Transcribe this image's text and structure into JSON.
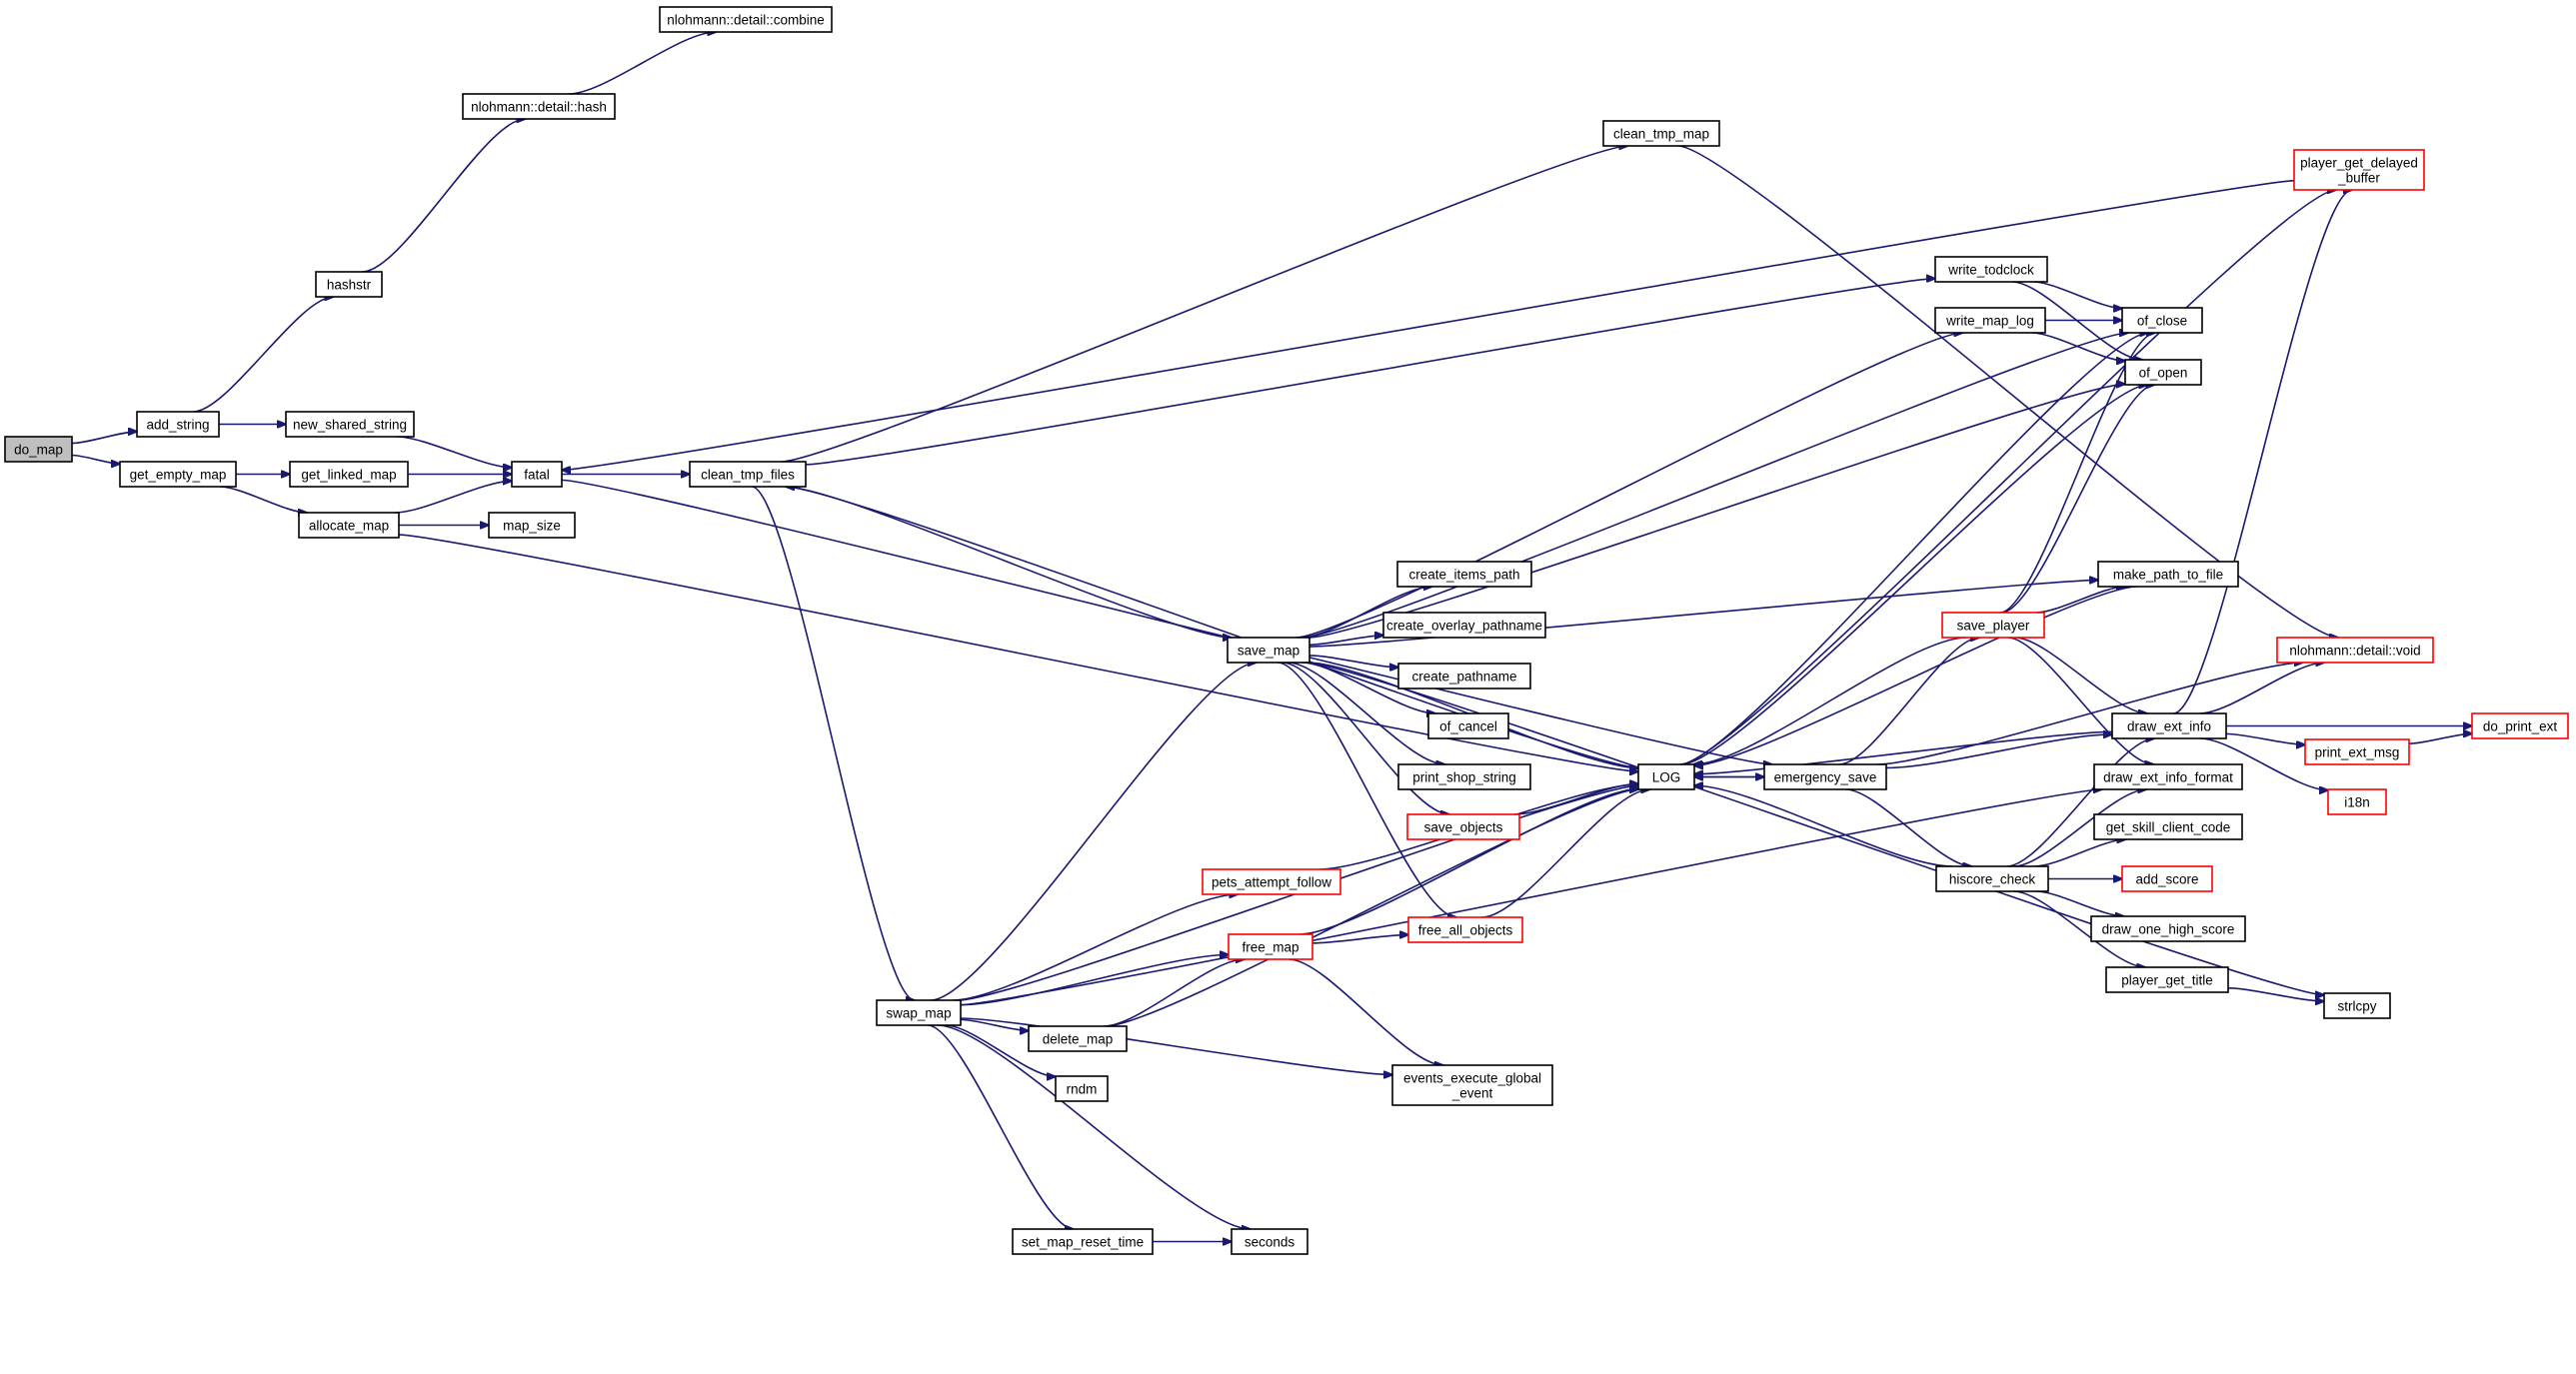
{
  "diagram": {
    "edge_color": "#191970",
    "highlight_color": "#ff0000",
    "root_fill": "#bfbfbf",
    "nodes": [
      {
        "id": "do_map",
        "lines": [
          "do_map"
        ],
        "root": true
      },
      {
        "id": "add_string",
        "lines": [
          "add_string"
        ]
      },
      {
        "id": "get_empty_map",
        "lines": [
          "get_empty_map"
        ]
      },
      {
        "id": "hashstr",
        "lines": [
          "hashstr"
        ]
      },
      {
        "id": "new_shared_string",
        "lines": [
          "new_shared_string"
        ]
      },
      {
        "id": "nlohmann_detail_hash",
        "lines": [
          "nlohmann::detail::hash"
        ]
      },
      {
        "id": "nlohmann_detail_combine",
        "lines": [
          "nlohmann::detail::combine"
        ]
      },
      {
        "id": "fatal",
        "lines": [
          "fatal"
        ]
      },
      {
        "id": "get_linked_map",
        "lines": [
          "get_linked_map"
        ]
      },
      {
        "id": "allocate_map",
        "lines": [
          "allocate_map"
        ]
      },
      {
        "id": "map_size",
        "lines": [
          "map_size"
        ]
      },
      {
        "id": "clean_tmp_files",
        "lines": [
          "clean_tmp_files"
        ]
      },
      {
        "id": "clean_tmp_map",
        "lines": [
          "clean_tmp_map"
        ]
      },
      {
        "id": "player_get_delayed_buffer",
        "lines": [
          "player_get_delayed",
          "_buffer"
        ],
        "red": true
      },
      {
        "id": "write_todclock",
        "lines": [
          "write_todclock"
        ]
      },
      {
        "id": "write_map_log",
        "lines": [
          "write_map_log"
        ]
      },
      {
        "id": "of_close",
        "lines": [
          "of_close"
        ]
      },
      {
        "id": "of_open",
        "lines": [
          "of_open"
        ]
      },
      {
        "id": "save_map",
        "lines": [
          "save_map"
        ]
      },
      {
        "id": "create_items_path",
        "lines": [
          "create_items_path"
        ]
      },
      {
        "id": "create_overlay_pathname",
        "lines": [
          "create_overlay_pathname"
        ]
      },
      {
        "id": "create_pathname",
        "lines": [
          "create_pathname"
        ]
      },
      {
        "id": "of_cancel",
        "lines": [
          "of_cancel"
        ]
      },
      {
        "id": "print_shop_string",
        "lines": [
          "print_shop_string"
        ]
      },
      {
        "id": "save_objects",
        "lines": [
          "save_objects"
        ],
        "red": true
      },
      {
        "id": "LOG",
        "lines": [
          "LOG"
        ]
      },
      {
        "id": "emergency_save",
        "lines": [
          "emergency_save"
        ]
      },
      {
        "id": "save_player",
        "lines": [
          "save_player"
        ],
        "red": true
      },
      {
        "id": "make_path_to_file",
        "lines": [
          "make_path_to_file"
        ]
      },
      {
        "id": "nlohmann_detail_void",
        "lines": [
          "nlohmann::detail::void"
        ],
        "red": true
      },
      {
        "id": "draw_ext_info",
        "lines": [
          "draw_ext_info"
        ]
      },
      {
        "id": "do_print_ext",
        "lines": [
          "do_print_ext"
        ],
        "red": true
      },
      {
        "id": "print_ext_msg",
        "lines": [
          "print_ext_msg"
        ],
        "red": true
      },
      {
        "id": "i18n",
        "lines": [
          "i18n"
        ],
        "red": true
      },
      {
        "id": "draw_ext_info_format",
        "lines": [
          "draw_ext_info_format"
        ]
      },
      {
        "id": "get_skill_client_code",
        "lines": [
          "get_skill_client_code"
        ]
      },
      {
        "id": "hiscore_check",
        "lines": [
          "hiscore_check"
        ]
      },
      {
        "id": "add_score",
        "lines": [
          "add_score"
        ],
        "red": true
      },
      {
        "id": "draw_one_high_score",
        "lines": [
          "draw_one_high_score"
        ]
      },
      {
        "id": "player_get_title",
        "lines": [
          "player_get_title"
        ]
      },
      {
        "id": "strlcpy",
        "lines": [
          "strlcpy"
        ]
      },
      {
        "id": "pets_attempt_follow",
        "lines": [
          "pets_attempt_follow"
        ],
        "red": true
      },
      {
        "id": "free_map",
        "lines": [
          "free_map"
        ],
        "red": true
      },
      {
        "id": "free_all_objects",
        "lines": [
          "free_all_objects"
        ],
        "red": true
      },
      {
        "id": "swap_map",
        "lines": [
          "swap_map"
        ]
      },
      {
        "id": "delete_map",
        "lines": [
          "delete_map"
        ]
      },
      {
        "id": "rndm",
        "lines": [
          "rndm"
        ]
      },
      {
        "id": "events_execute_global_event",
        "lines": [
          "events_execute_global",
          "_event"
        ]
      },
      {
        "id": "set_map_reset_time",
        "lines": [
          "set_map_reset_time"
        ]
      },
      {
        "id": "seconds",
        "lines": [
          "seconds"
        ]
      }
    ],
    "edges": [
      [
        "do_map",
        "add_string"
      ],
      [
        "do_map",
        "get_empty_map"
      ],
      [
        "add_string",
        "hashstr"
      ],
      [
        "add_string",
        "new_shared_string"
      ],
      [
        "hashstr",
        "nlohmann_detail_hash"
      ],
      [
        "nlohmann_detail_hash",
        "nlohmann_detail_combine"
      ],
      [
        "new_shared_string",
        "fatal"
      ],
      [
        "get_empty_map",
        "get_linked_map"
      ],
      [
        "get_empty_map",
        "allocate_map"
      ],
      [
        "get_linked_map",
        "fatal"
      ],
      [
        "allocate_map",
        "fatal"
      ],
      [
        "allocate_map",
        "map_size"
      ],
      [
        "allocate_map",
        "LOG"
      ],
      [
        "fatal",
        "clean_tmp_files"
      ],
      [
        "fatal",
        "emergency_save"
      ],
      [
        "clean_tmp_files",
        "clean_tmp_map"
      ],
      [
        "clean_tmp_files",
        "write_todclock"
      ],
      [
        "clean_tmp_files",
        "save_map"
      ],
      [
        "clean_tmp_files",
        "swap_map"
      ],
      [
        "clean_tmp_map",
        "nlohmann_detail_void"
      ],
      [
        "player_get_delayed_buffer",
        "fatal"
      ],
      [
        "write_todclock",
        "of_close"
      ],
      [
        "write_todclock",
        "of_open"
      ],
      [
        "write_map_log",
        "of_close"
      ],
      [
        "write_map_log",
        "of_open"
      ],
      [
        "save_map",
        "write_map_log"
      ],
      [
        "save_map",
        "of_close"
      ],
      [
        "save_map",
        "of_open"
      ],
      [
        "save_map",
        "make_path_to_file"
      ],
      [
        "save_map",
        "LOG"
      ],
      [
        "save_map",
        "create_items_path"
      ],
      [
        "save_map",
        "create_overlay_pathname"
      ],
      [
        "save_map",
        "create_pathname"
      ],
      [
        "save_map",
        "of_cancel"
      ],
      [
        "save_map",
        "print_shop_string"
      ],
      [
        "save_map",
        "save_objects"
      ],
      [
        "save_map",
        "free_all_objects"
      ],
      [
        "save_map",
        "strlcpy"
      ],
      [
        "save_objects",
        "LOG"
      ],
      [
        "free_all_objects",
        "LOG"
      ],
      [
        "LOG",
        "clean_tmp_files"
      ],
      [
        "LOG",
        "emergency_save"
      ],
      [
        "LOG",
        "player_get_delayed_buffer"
      ],
      [
        "LOG",
        "of_close"
      ],
      [
        "LOG",
        "of_open"
      ],
      [
        "emergency_save",
        "LOG"
      ],
      [
        "emergency_save",
        "save_player"
      ],
      [
        "emergency_save",
        "nlohmann_detail_void"
      ],
      [
        "emergency_save",
        "draw_ext_info"
      ],
      [
        "emergency_save",
        "hiscore_check"
      ],
      [
        "save_player",
        "LOG"
      ],
      [
        "save_player",
        "of_close"
      ],
      [
        "save_player",
        "of_open"
      ],
      [
        "save_player",
        "make_path_to_file"
      ],
      [
        "save_player",
        "draw_ext_info"
      ],
      [
        "save_player",
        "draw_ext_info_format"
      ],
      [
        "make_path_to_file",
        "LOG"
      ],
      [
        "draw_ext_info",
        "LOG"
      ],
      [
        "draw_ext_info",
        "player_get_delayed_buffer"
      ],
      [
        "draw_ext_info",
        "nlohmann_detail_void"
      ],
      [
        "draw_ext_info",
        "do_print_ext"
      ],
      [
        "draw_ext_info",
        "print_ext_msg"
      ],
      [
        "draw_ext_info",
        "i18n"
      ],
      [
        "print_ext_msg",
        "do_print_ext"
      ],
      [
        "hiscore_check",
        "LOG"
      ],
      [
        "hiscore_check",
        "draw_ext_info"
      ],
      [
        "hiscore_check",
        "draw_ext_info_format"
      ],
      [
        "hiscore_check",
        "get_skill_client_code"
      ],
      [
        "hiscore_check",
        "add_score"
      ],
      [
        "hiscore_check",
        "draw_one_high_score"
      ],
      [
        "hiscore_check",
        "player_get_title"
      ],
      [
        "player_get_title",
        "strlcpy"
      ],
      [
        "swap_map",
        "save_map"
      ],
      [
        "swap_map",
        "LOG"
      ],
      [
        "swap_map",
        "pets_attempt_follow"
      ],
      [
        "swap_map",
        "free_map"
      ],
      [
        "swap_map",
        "delete_map"
      ],
      [
        "swap_map",
        "rndm"
      ],
      [
        "swap_map",
        "events_execute_global_event"
      ],
      [
        "swap_map",
        "set_map_reset_time"
      ],
      [
        "swap_map",
        "seconds"
      ],
      [
        "swap_map",
        "draw_ext_info_format"
      ],
      [
        "pets_attempt_follow",
        "LOG"
      ],
      [
        "free_map",
        "free_all_objects"
      ],
      [
        "free_map",
        "LOG"
      ],
      [
        "free_map",
        "events_execute_global_event"
      ],
      [
        "delete_map",
        "free_map"
      ],
      [
        "delete_map",
        "LOG"
      ],
      [
        "set_map_reset_time",
        "seconds"
      ]
    ]
  }
}
